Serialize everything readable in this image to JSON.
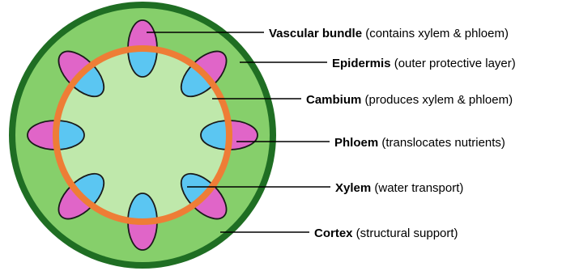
{
  "colors": {
    "epidermis": "#1f6e23",
    "cortex": "#86cf6b",
    "pith": "#bfe8ab",
    "cambium": "#ee7d36",
    "phloem": "#e065c8",
    "xylem": "#5bc6f2",
    "outline": "#1a1a1a",
    "leader_line": "#000000"
  },
  "labels": [
    {
      "id": "vascular-bundle",
      "term": "Vascular bundle",
      "description": " (contains xylem & phloem)"
    },
    {
      "id": "epidermis",
      "term": "Epidermis",
      "description": " (outer protective layer)"
    },
    {
      "id": "cambium",
      "term": "Cambium",
      "description": " (produces xylem & phloem)"
    },
    {
      "id": "phloem",
      "term": "Phloem",
      "description": " (translocates nutrients)"
    },
    {
      "id": "xylem",
      "term": "Xylem",
      "description": " (water transport)"
    },
    {
      "id": "cortex",
      "term": "Cortex",
      "description": " (structural support)"
    }
  ]
}
